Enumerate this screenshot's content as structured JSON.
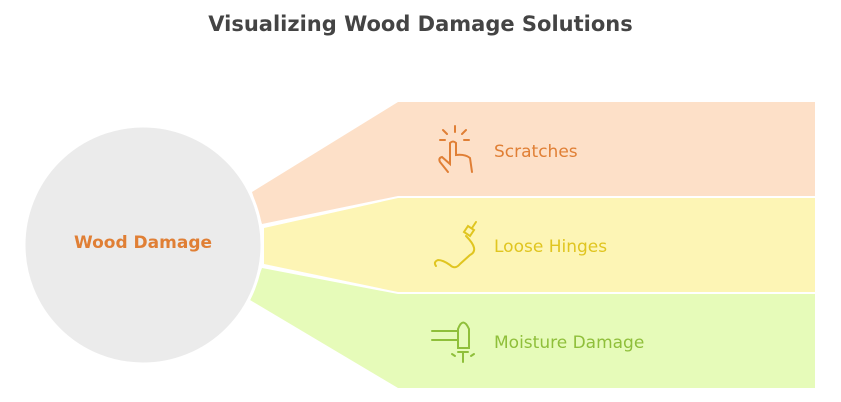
{
  "title": "Visualizing Wood Damage Solutions",
  "center": {
    "label": "Wood Damage",
    "color": "#e07f35"
  },
  "branches": [
    {
      "label": "Scratches",
      "icon": "pointing-hand-tap-icon",
      "fill": "#fde0c8",
      "color": "#e07f35"
    },
    {
      "label": "Loose Hinges",
      "icon": "plug-cable-icon",
      "fill": "#fdf5b5",
      "color": "#e0c520"
    },
    {
      "label": "Moisture Damage",
      "icon": "hair-dryer-icon",
      "fill": "#e6fbb9",
      "color": "#8fbf3a"
    }
  ]
}
